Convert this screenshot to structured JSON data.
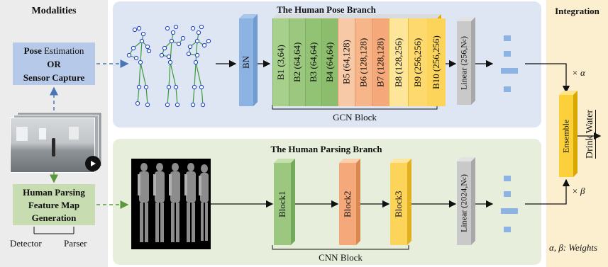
{
  "modalities": {
    "title": "Modalities",
    "pose_box": {
      "line1_bold": "Pose",
      "line1_rest": " Estimation",
      "line2": "OR",
      "line3": "Sensor Capture"
    },
    "parsing_box": {
      "line1": "Human Parsing",
      "line2": "Feature Map",
      "line3": "Generation"
    },
    "detector": "Detector",
    "parser": "Parser"
  },
  "pose_branch": {
    "title": "The Human Pose Branch",
    "bn_label": "BN",
    "gcn_blocks": [
      "B1 (3,64)",
      "B2 (64,64)",
      "B3 (64,64)",
      "B4 (64,64)",
      "B5 (64,128)",
      "B6 (128,128)",
      "B7 (128,128)",
      "B8 (128,256)",
      "B9 (256,256)",
      "B10 (256,256)"
    ],
    "linear_label": "Linear (256,N",
    "linear_sub": "c",
    "group_label": "GCN Block"
  },
  "parsing_branch": {
    "title": "The Human Parsing Branch",
    "blocks": [
      "Block1",
      "Block2",
      "Block3"
    ],
    "linear_label": "Linear (2024,N",
    "linear_sub": "c",
    "group_label": "CNN Block"
  },
  "integration": {
    "title": "Integration",
    "ensemble_label": "Ensemble",
    "alpha_label": "× α",
    "beta_label": "× β",
    "output_label": "Drink Water",
    "weights_note": "α, β: Weights"
  },
  "colors": {
    "modalities_bg": "#ececec",
    "pose_bg": "#dfe6f3",
    "parsing_bg": "#e7efdc",
    "integration_bg": "#fbefcf",
    "pose_box": "#b7c9e8",
    "parsing_box": "#c7dcb0",
    "bn": "#8db3e2",
    "green_block": "#9bc87e",
    "orange_block": "#f5a97a",
    "yellow_block": "#fdd45a",
    "gray_block": "#c9c9c9",
    "feature_bar": "#8db3e2",
    "ensemble": "#fbd03a"
  }
}
